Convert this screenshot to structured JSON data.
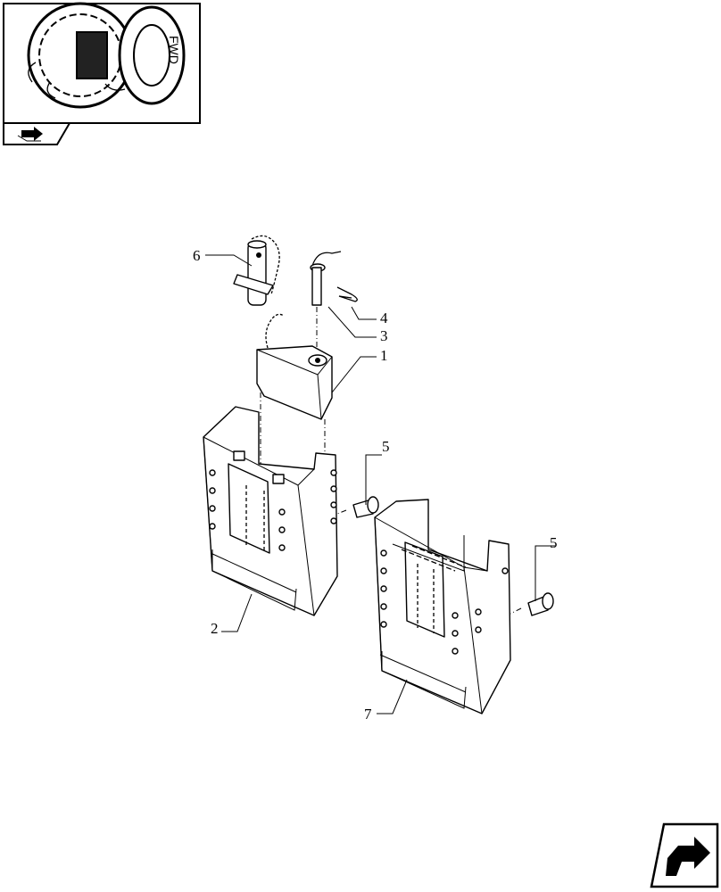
{
  "thumbnail": {
    "label": "FWD",
    "icon": "tractor-rear-location-icon"
  },
  "callouts": [
    {
      "id": "c1",
      "text": "1"
    },
    {
      "id": "c2",
      "text": "2"
    },
    {
      "id": "c3",
      "text": "3"
    },
    {
      "id": "c4",
      "text": "4"
    },
    {
      "id": "c5a",
      "text": "5"
    },
    {
      "id": "c5b",
      "text": "5"
    },
    {
      "id": "c6",
      "text": "6"
    },
    {
      "id": "c7",
      "text": "7"
    }
  ],
  "nav": {
    "small_icon": "book-arrow-icon",
    "next_icon": "next-page-arrow-icon"
  }
}
